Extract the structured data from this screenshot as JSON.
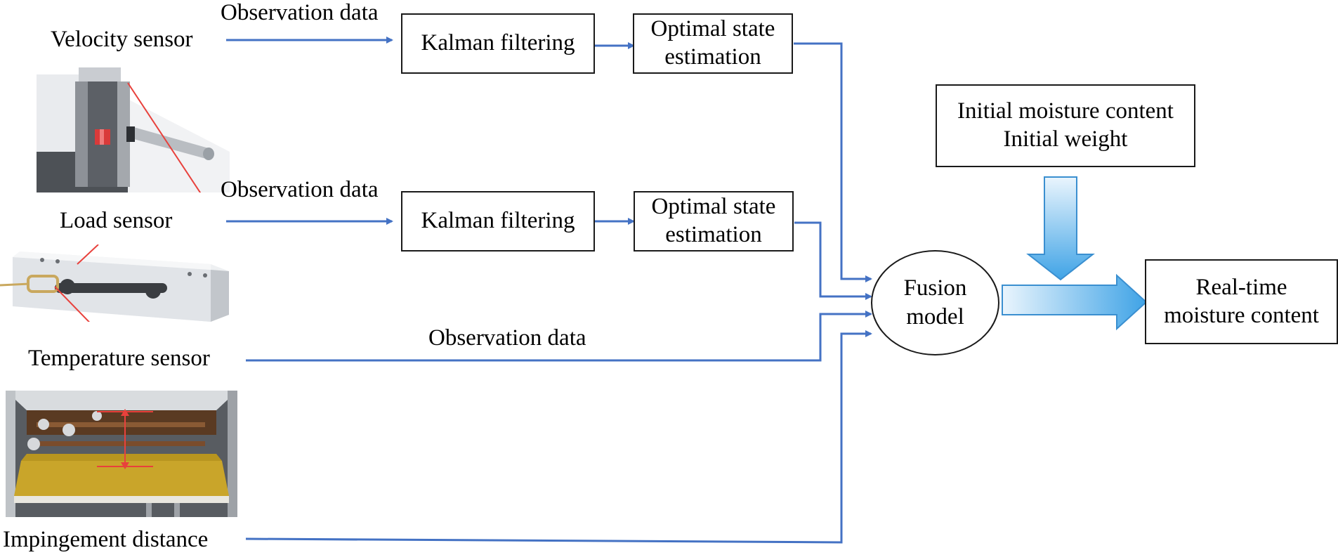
{
  "sensors": {
    "velocity": "Velocity sensor",
    "load": "Load sensor",
    "temperature": "Temperature sensor",
    "impingement": "Impingement distance"
  },
  "flows": {
    "observation_1": "Observation data",
    "observation_2": "Observation data",
    "observation_3": "Observation data"
  },
  "boxes": {
    "kalman_1": "Kalman filtering",
    "kalman_2": "Kalman filtering",
    "optimal_1": [
      "Optimal state",
      "estimation"
    ],
    "optimal_2": [
      "Optimal state",
      "estimation"
    ],
    "initial": [
      "Initial moisture content",
      "Initial weight"
    ],
    "fusion": [
      "Fusion",
      "model"
    ],
    "output": [
      "Real-time",
      "moisture content"
    ]
  },
  "colors": {
    "connector": "#4472c4",
    "big_arrow_light": "#eaf5fd",
    "big_arrow_dark": "#3fa3e6",
    "sensor_indicator": "#e8413c"
  }
}
